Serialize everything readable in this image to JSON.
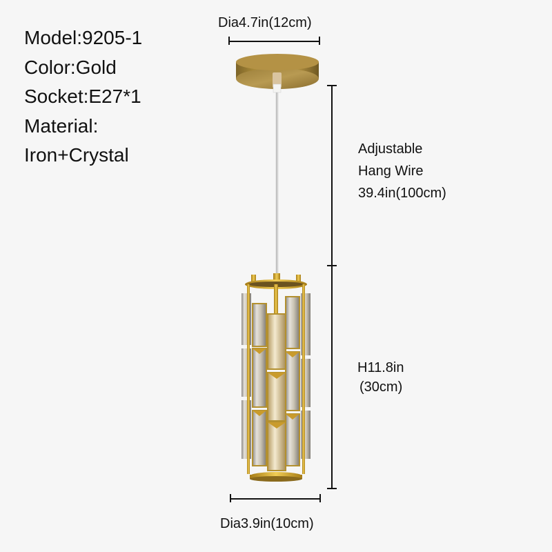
{
  "specs": {
    "model": "Model:9205-1",
    "color": "Color:Gold",
    "socket": "Socket:E27*1",
    "material_label": "Material:",
    "material_value": "Iron+Crystal"
  },
  "dimensions": {
    "canopy_diameter": "Dia4.7in(12cm)",
    "wire_line1": "Adjustable",
    "wire_line2": "Hang Wire",
    "wire_line3": "39.4in(100cm)",
    "height_line1": "H11.8in",
    "height_line2": "(30cm)",
    "shade_diameter": "Dia3.9in(10cm)"
  },
  "colors": {
    "background": "#f6f6f6",
    "gold": "#c9a03a",
    "brass": "#a8893e",
    "wire": "#e8e8e8"
  }
}
